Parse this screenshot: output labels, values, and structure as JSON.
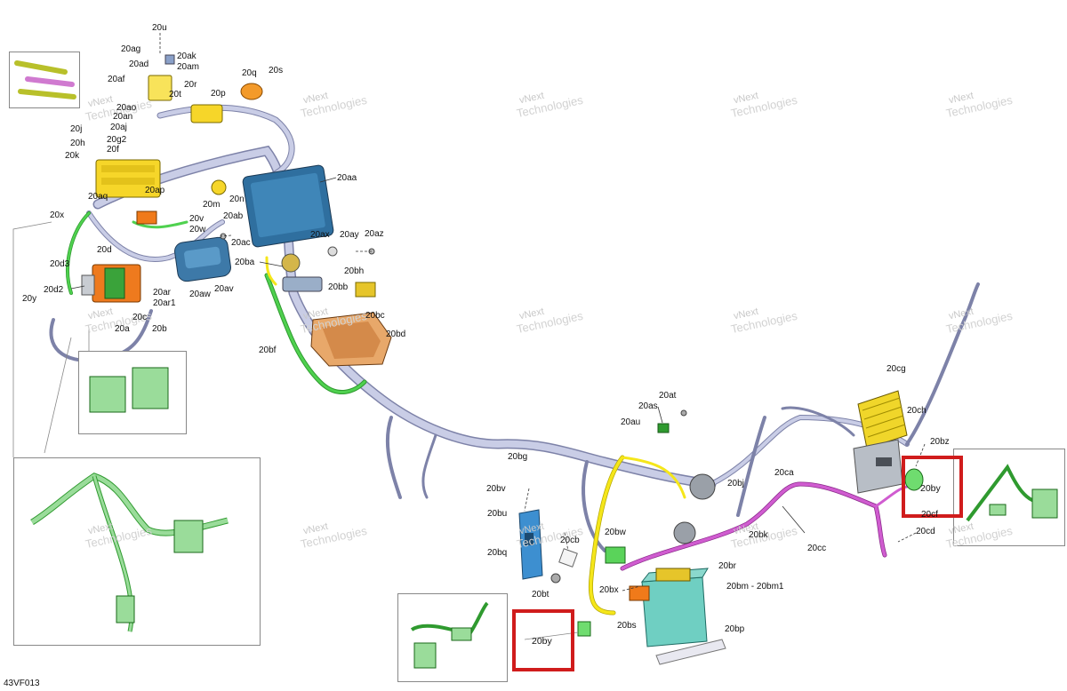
{
  "figure_code": "43VF013",
  "watermark": {
    "line1": "vNext",
    "line2": "Technologies"
  },
  "labels": {
    "u": "20u",
    "ag": "20ag",
    "ak": "20ak",
    "ad": "20ad",
    "am": "20am",
    "af": "20af",
    "q": "20q",
    "s": "20s",
    "r": "20r",
    "t": "20t",
    "p": "20p",
    "an": "20an",
    "ao": "20ao",
    "aj": "20aj",
    "j": "20j",
    "h": "20h",
    "g2": "20g2",
    "f": "20f",
    "k": "20k",
    "aq": "20aq",
    "ap": "20ap",
    "m": "20m",
    "n": "20n",
    "aa": "20aa",
    "x": "20x",
    "v": "20v",
    "w": "20w",
    "ab": "20ab",
    "ac": "20ac",
    "ax": "20ax",
    "ay": "20ay",
    "az": "20az",
    "d": "20d",
    "ba": "20ba",
    "bh": "20bh",
    "av": "20av",
    "aw": "20aw",
    "d3": "20d3",
    "d2": "20d2",
    "y": "20y",
    "ar": "20ar",
    "ar1": "20ar1",
    "bb": "20bb",
    "c": "20c",
    "a": "20a",
    "b": "20b",
    "bc": "20bc",
    "bd": "20bd",
    "bf": "20bf",
    "at": "20at",
    "as": "20as",
    "au": "20au",
    "cg": "20cg",
    "ch": "20ch",
    "bz": "20bz",
    "bg": "20bg",
    "bj": "20bj",
    "ca": "20ca",
    "bv": "20bv",
    "bu": "20bu",
    "by1": "20by",
    "cf": "20cf",
    "cb": "20cb",
    "bw": "20bw",
    "bk": "20bk",
    "cc": "20cc",
    "cd": "20cd",
    "bq": "20bq",
    "br": "20br",
    "bt": "20bt",
    "bx": "20bx",
    "bm": "20bm - 20bm1",
    "bs": "20bs",
    "bp": "20bp",
    "by2": "20by"
  },
  "colors": {
    "harness": "#c9cde6",
    "harness_edge": "#7d82a8",
    "green": "#4fd14f",
    "yellow": "#f5e61a",
    "magenta": "#d05cd0",
    "orange": "#f07a1a",
    "blue_module": "#3d79a8",
    "cyan_battery": "#6fcfc2",
    "highlight": "#d01c1c",
    "grey_part": "#9aa0a8"
  }
}
